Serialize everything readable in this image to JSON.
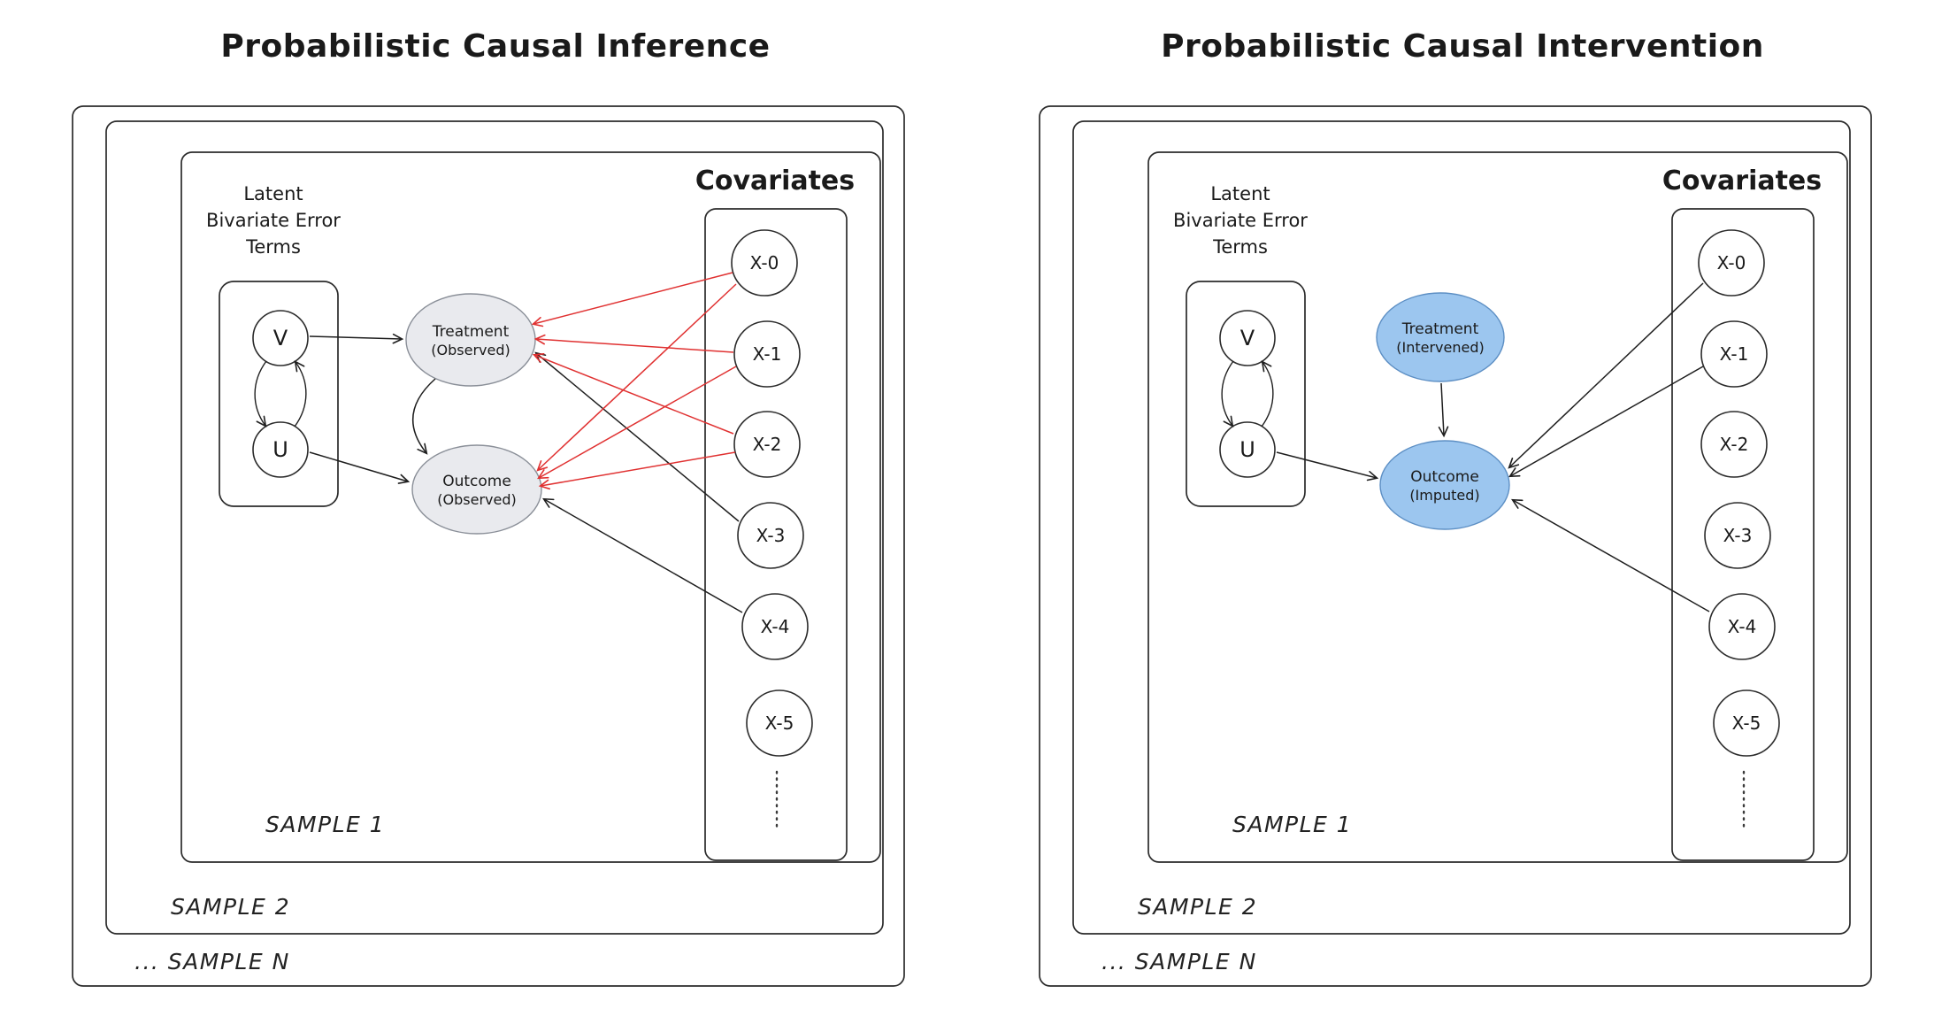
{
  "colors": {
    "background": "#ffffff",
    "box_stroke": "#2b2b2b",
    "observed_node_fill": "#e9eaee",
    "observed_node_stroke": "#8a8f98",
    "intervened_node_fill": "#9cc6ef",
    "intervened_node_stroke": "#5d8fc4",
    "black_edge": "#1e1e1e",
    "red_edge": "#e03131"
  },
  "left_panel": {
    "title": "Probabilistic Causal Inference",
    "latent_label_lines": [
      "Latent",
      "Bivariate Error",
      "Terms"
    ],
    "nodes": {
      "v_label": "V",
      "u_label": "U",
      "treatment_line1": "Treatment",
      "treatment_line2": "(Observed)",
      "outcome_line1": "Outcome",
      "outcome_line2": "(Observed)"
    },
    "covariates_title": "Covariates",
    "covariates": [
      "X-0",
      "X-1",
      "X-2",
      "X-3",
      "X-4",
      "X-5"
    ],
    "sample_labels": {
      "inner": "SAMPLE 1",
      "middle": "SAMPLE 2",
      "outer": "... SAMPLE N"
    },
    "edges_black": [
      "V → Treatment",
      "U → Outcome",
      "Treatment → Outcome",
      "X-3 → Treatment",
      "X-4 → Outcome"
    ],
    "edges_red": [
      "X-0 → Treatment",
      "X-1 → Treatment",
      "X-2 → Treatment",
      "X-0 → Outcome",
      "X-1 → Outcome",
      "X-2 → Outcome"
    ]
  },
  "right_panel": {
    "title": "Probabilistic Causal Intervention",
    "latent_label_lines": [
      "Latent",
      "Bivariate Error",
      "Terms"
    ],
    "nodes": {
      "v_label": "V",
      "u_label": "U",
      "treatment_line1": "Treatment",
      "treatment_line2": "(Intervened)",
      "outcome_line1": "Outcome",
      "outcome_line2": "(Imputed)"
    },
    "covariates_title": "Covariates",
    "covariates": [
      "X-0",
      "X-1",
      "X-2",
      "X-3",
      "X-4",
      "X-5"
    ],
    "sample_labels": {
      "inner": "SAMPLE 1",
      "middle": "SAMPLE 2",
      "outer": "... SAMPLE N"
    },
    "edges_black": [
      "Treatment → Outcome",
      "U → Outcome",
      "X-0 → Outcome",
      "X-1 → Outcome",
      "X-4 → Outcome"
    ],
    "edges_red": []
  }
}
